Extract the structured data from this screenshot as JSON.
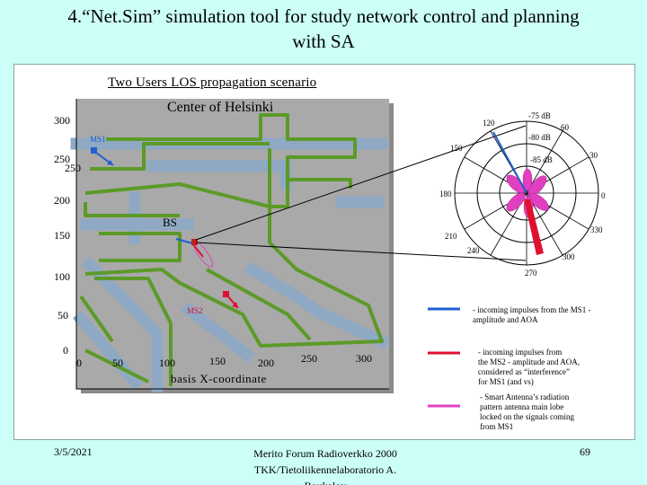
{
  "slide": {
    "title_line1": "4.“Net.Sim” simulation tool for study network control and planning",
    "title_line2": "with SA"
  },
  "diagram": {
    "scenario_title": "Two Users LOS propagation scenario",
    "map_title": "Center of Helsinki",
    "y_ticks": [
      "300",
      "250",
      "250",
      "200",
      "150",
      "100",
      "50",
      "0"
    ],
    "x_ticks": [
      "0",
      "50",
      "100",
      "150",
      "200",
      "250",
      "300"
    ],
    "x_axis_label": "basis X-coordinate",
    "labels": {
      "ms1": "MS1",
      "ms2": "MS2",
      "bs": "BS"
    },
    "polar": {
      "angle_labels": [
        "120",
        "60",
        "150",
        "30",
        "180",
        "0",
        "210",
        "330",
        "240",
        "300",
        "270"
      ],
      "db_labels": [
        "-75 dB",
        "-80 dB",
        "-85 dB"
      ]
    },
    "legend": [
      {
        "color": "#1f5fd0",
        "text_lines": [
          "- incoming impulses from the MS1 -",
          "amplitude and AOA"
        ]
      },
      {
        "color": "#e01030",
        "text_lines": [
          "- incoming impulses from",
          "the MS2 - amplitude and AOA,",
          "considered as “interference”",
          "for MS1 (and vs)"
        ]
      },
      {
        "color": "#e040c0",
        "text_lines": [
          "- Smart Antenna’s radiation",
          "pattern antenna main lobe",
          "locked on the signals coming",
          "from MS1"
        ]
      }
    ]
  },
  "footer": {
    "date": "3/5/2021",
    "center_line1": "Merito Forum Radioverkko 2000",
    "center_line2": "TKK/Tietoliikennelaboratorio   A.",
    "center_line3": "Boukalov",
    "page_number": "69"
  }
}
